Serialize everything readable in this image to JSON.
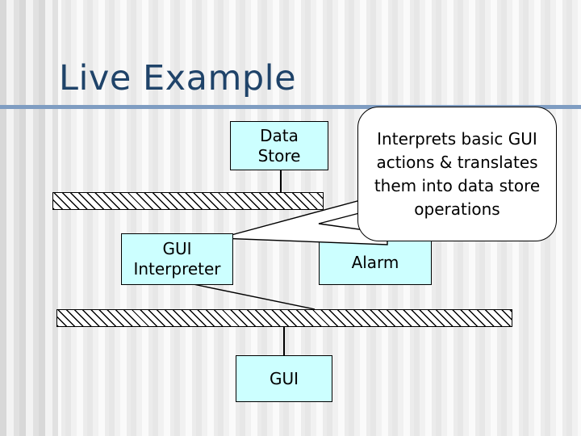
{
  "slide": {
    "title": "Live Example",
    "accent_rule_color": "#7f9dc2",
    "title_color": "#1f4369",
    "box_fill_color": "#ccffff",
    "box_border_color": "#000000",
    "background_color": "#f4f4f4"
  },
  "diagram": {
    "boxes": [
      {
        "id": "data-store",
        "label_line1": "Data",
        "label_line2": "Store"
      },
      {
        "id": "gui-interpreter",
        "label_line1": "GUI",
        "label_line2": "Interpreter"
      },
      {
        "id": "alarm",
        "label_line1": "Alarm",
        "label_line2": ""
      },
      {
        "id": "gui",
        "label_line1": "GUI",
        "label_line2": ""
      }
    ],
    "bars": [
      {
        "id": "upper-bus",
        "style": "hatched"
      },
      {
        "id": "lower-bus",
        "style": "hatched"
      }
    ],
    "callout": {
      "text": "Interprets basic GUI actions & translates them into data store operations",
      "points_to": "gui-interpreter"
    }
  }
}
